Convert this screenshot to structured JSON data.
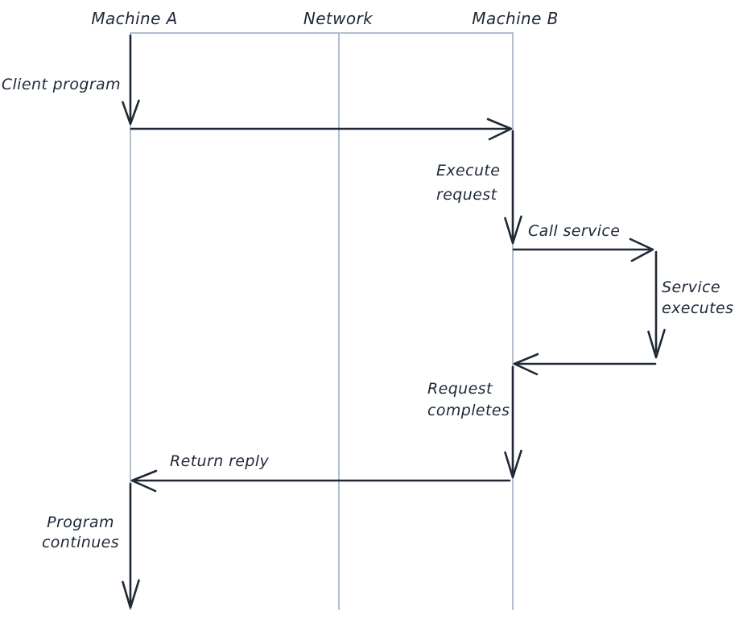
{
  "colors": {
    "ink": "#1e2838",
    "lifeline": "#b2bfce",
    "background": "#ffffff"
  },
  "lanes": {
    "machine_a": "Machine A",
    "network": "Network",
    "machine_b": "Machine B"
  },
  "annotations": {
    "client_program": "Client program",
    "execute_request": [
      "Execute",
      "request"
    ],
    "call_service": "Call service",
    "service_executes": [
      "Service",
      "executes"
    ],
    "request_completes": [
      "Request",
      "completes"
    ],
    "return_reply": "Return reply",
    "program_continues": [
      "Program",
      "continues"
    ]
  }
}
